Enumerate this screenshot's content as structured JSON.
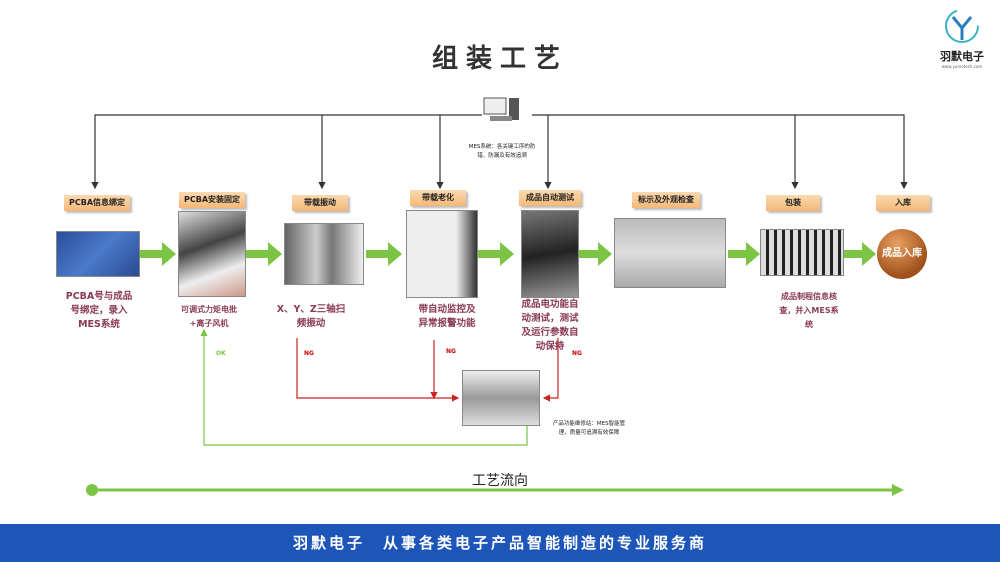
{
  "title": "组装工艺",
  "logo": {
    "name": "羽默电子",
    "url": "www.yumotech.com"
  },
  "mes_note": "MES系统：各关键工序的防错、防漏及有效追溯",
  "steps": [
    {
      "label": "PCBA信息绑定",
      "desc": "PCBA号与成品号绑定，录入MES系统"
    },
    {
      "label": "PCBA安装固定",
      "desc": "可调式力矩电批+离子风机"
    },
    {
      "label": "带载振动",
      "desc": "X、Y、Z三轴扫频振动"
    },
    {
      "label": "带载老化",
      "desc": "带自动监控及异常报警功能"
    },
    {
      "label": "成品自动测试",
      "desc": "成品电功能自动测试，测试及运行参数自动保持"
    },
    {
      "label": "标示及外观检查",
      "desc": ""
    },
    {
      "label": "包装",
      "desc": "成品制程信息核查，并入MES系统"
    },
    {
      "label": "入库",
      "desc": ""
    }
  ],
  "final_node": "成品入库",
  "ng_label": "NG",
  "ok_label": "OK",
  "repair_note": "产品功能维修站：MES智能管理，质量可追溯有效保障",
  "flow_label": "工艺流向",
  "footer": "羽默电子　从事各类电子产品智能制造的专业服务商",
  "colors": {
    "arrow_green": "#7cc443",
    "ng_red": "#cc2222",
    "footer_blue": "#1d56b8",
    "desc_color": "#8a3a52"
  }
}
